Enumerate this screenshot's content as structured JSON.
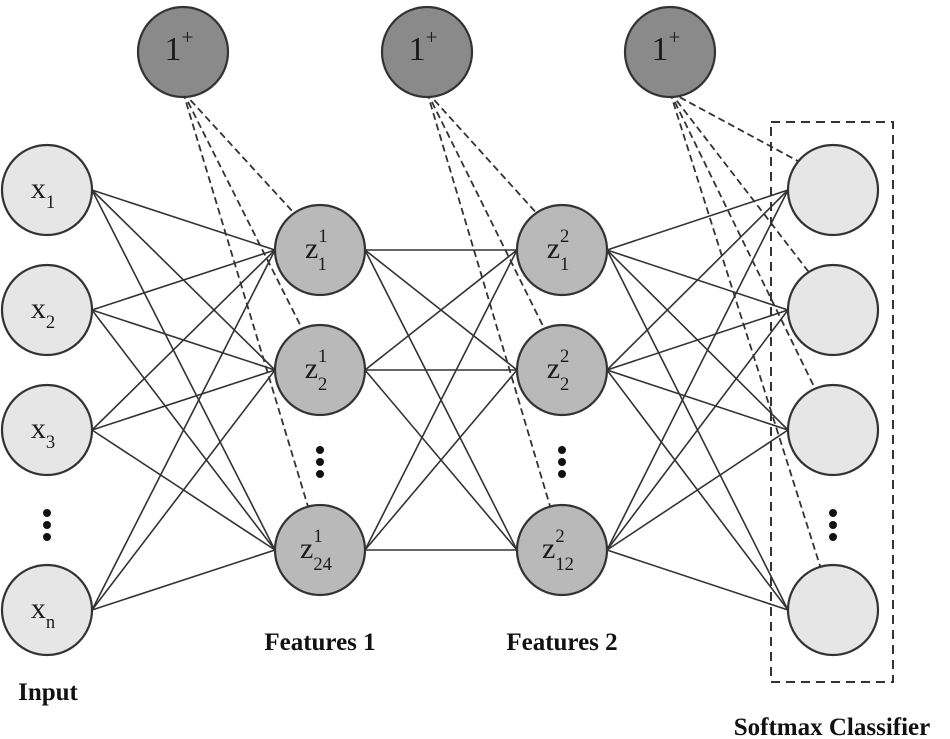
{
  "colors": {
    "input_fill": "#e6e6e6",
    "hidden_fill": "#b9b9b9",
    "bias_fill": "#8a8a8a",
    "output_fill": "#e6e6e6",
    "stroke": "#333333"
  },
  "bias_nodes": [
    {
      "base": "1",
      "sup": "+"
    },
    {
      "base": "1",
      "sup": "+"
    },
    {
      "base": "1",
      "sup": "+"
    }
  ],
  "input": {
    "label": "Input",
    "nodes": [
      {
        "base": "x",
        "sub": "1"
      },
      {
        "base": "x",
        "sub": "2"
      },
      {
        "base": "x",
        "sub": "3"
      },
      {
        "base": "x",
        "sub": "n"
      }
    ]
  },
  "features1": {
    "label": "Features 1",
    "nodes": [
      {
        "base": "z",
        "sup": "1",
        "sub": "1"
      },
      {
        "base": "z",
        "sup": "1",
        "sub": "2"
      },
      {
        "base": "z",
        "sup": "1",
        "sub": "24"
      }
    ]
  },
  "features2": {
    "label": "Features 2",
    "nodes": [
      {
        "base": "z",
        "sup": "2",
        "sub": "1"
      },
      {
        "base": "z",
        "sup": "2",
        "sub": "2"
      },
      {
        "base": "z",
        "sup": "2",
        "sub": "12"
      }
    ]
  },
  "softmax": {
    "label": "Softmax Classifier",
    "node_count": 4
  }
}
